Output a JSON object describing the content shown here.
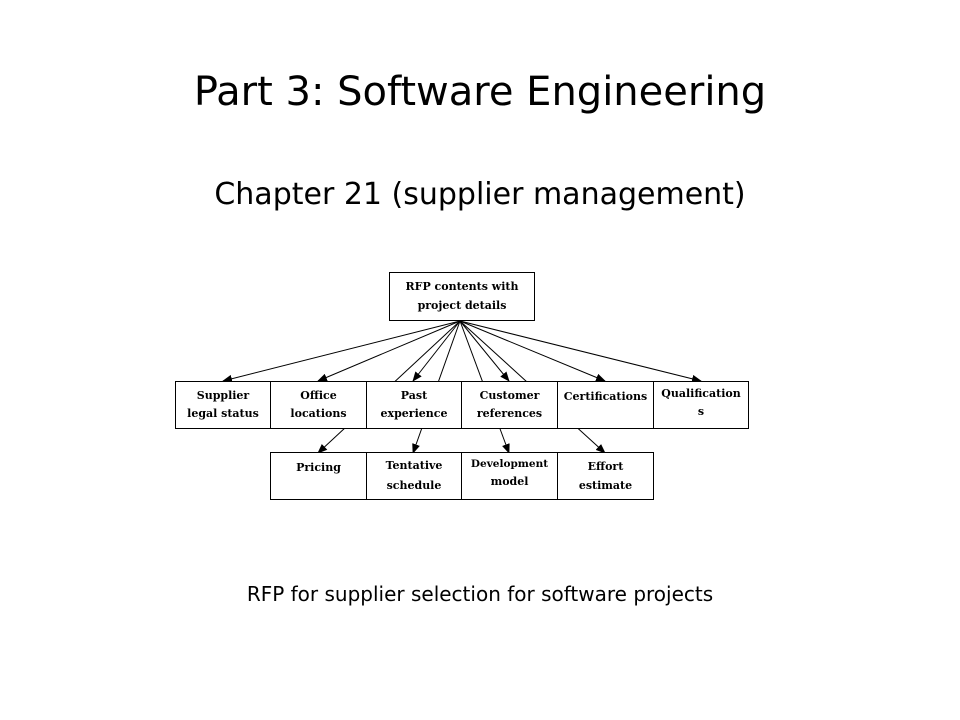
{
  "slide": {
    "title": "Part 3: Software Engineering",
    "subtitle": "Chapter 21 (supplier management)",
    "caption": "RFP for supplier selection for software projects"
  },
  "diagram": {
    "root": {
      "line1": "RFP contents with",
      "line2": "project details"
    },
    "row1": [
      {
        "line1": "Supplier",
        "line2": "legal status"
      },
      {
        "line1": "Office",
        "line2": "locations"
      },
      {
        "line1": "Past",
        "line2": "experience"
      },
      {
        "line1": "Customer",
        "line2": "references"
      },
      {
        "line1": "Certifications",
        "line2": ""
      },
      {
        "line1": "Qualification",
        "line2": "s"
      }
    ],
    "row2": [
      {
        "line1": "Pricing",
        "line2": ""
      },
      {
        "line1": "Tentative",
        "line2": "schedule"
      },
      {
        "line1": "Development",
        "line2": "model"
      },
      {
        "line1": "Effort",
        "line2": "estimate"
      }
    ],
    "colors": {
      "line": "#000000",
      "box_border": "#000000",
      "background": "#ffffff"
    }
  }
}
